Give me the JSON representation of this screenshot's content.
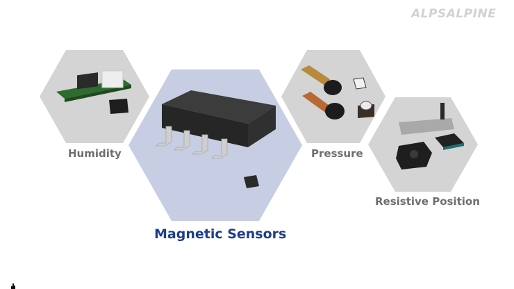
{
  "brand": {
    "logo_text": "ALPSALPINE"
  },
  "colors": {
    "hex_gray": "#d4d4d4",
    "hex_blue": "#c7cde3",
    "main_label": "#1f3d8a",
    "side_label": "#6e6e6e",
    "logo": "#d2d2d2"
  },
  "categories": [
    {
      "label": "Humidity",
      "icon": "humidity-sensor-module-image"
    },
    {
      "label": "Magnetic Sensors",
      "icon": "magnetic-sensor-ic-image",
      "highlighted": true
    },
    {
      "label": "Pressure",
      "icon": "pressure-sensor-image"
    },
    {
      "label": "Resistive Position",
      "icon": "resistive-position-sensor-image"
    }
  ]
}
